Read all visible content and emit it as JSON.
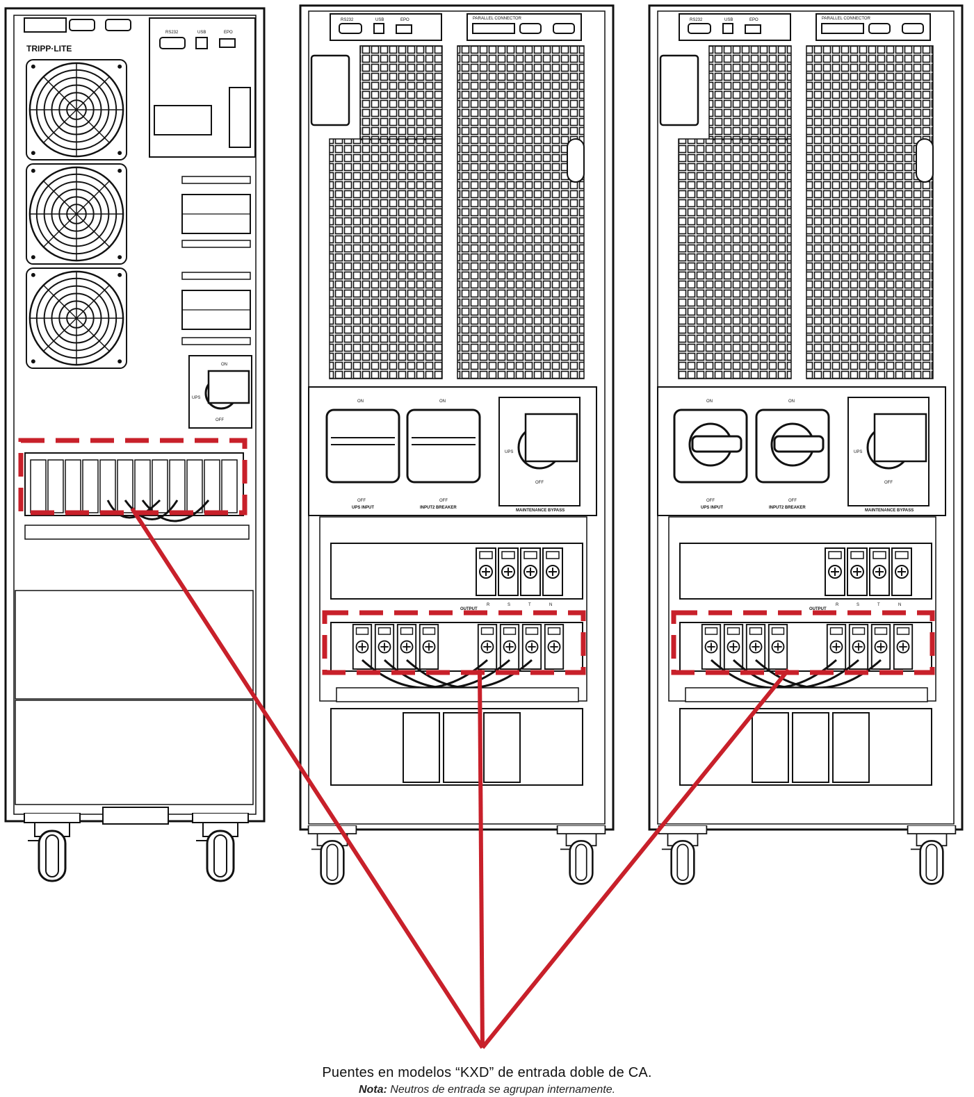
{
  "diagram": {
    "brand_logo": "TRIPP·LITE",
    "left_unit": {
      "port_labels": [
        "RS232",
        "USB",
        "EPO"
      ],
      "switch_labels": {
        "ups": "UPS",
        "off": "OFF",
        "on": "ON"
      }
    },
    "center_unit": {
      "top_labels": [
        "RS232",
        "USB",
        "EPO",
        "PARALLEL CONNECTOR"
      ],
      "breaker_on": "ON",
      "breaker_off": "OFF",
      "ups_input_label": "UPS INPUT",
      "input2_label": "INPUT2 BREAKER",
      "maintenance_label": "MAINTENANCE BYPASS",
      "mb_ups": "UPS",
      "mb_off": "OFF",
      "output_label": "OUTPUT",
      "terminal_letters": [
        "R",
        "S",
        "T",
        "N"
      ]
    },
    "right_unit": {
      "top_labels": [
        "RS232",
        "USB",
        "EPO",
        "PARALLEL CONNECTOR"
      ],
      "breaker_on": "ON",
      "breaker_off": "OFF",
      "ups_input_label": "UPS INPUT",
      "input2_label": "INPUT2 BREAKER",
      "maintenance_label": "MAINTENANCE BYPASS",
      "mb_ups": "UPS",
      "mb_off": "OFF",
      "output_label": "OUTPUT",
      "terminal_letters": [
        "R",
        "S",
        "T",
        "N"
      ]
    },
    "highlight_color": "#c8202a"
  },
  "caption": {
    "main": "Puentes en modelos “KXD” de entrada doble de CA.",
    "note_label": "Nota:",
    "note_text": " Neutros de entrada se agrupan internamente."
  }
}
